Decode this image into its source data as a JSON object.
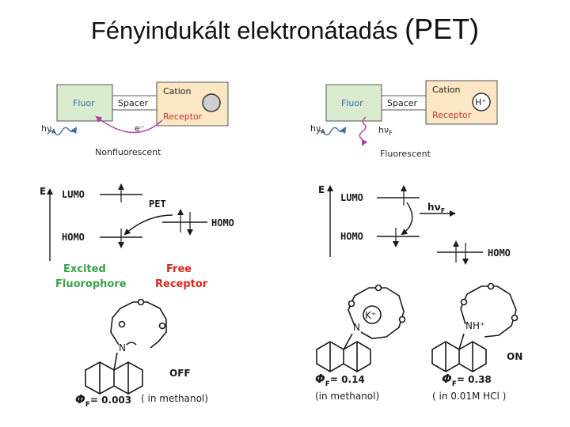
{
  "slide": {
    "title_main": "Fényindukált elektronátadás ",
    "title_abbr": "(PET)"
  },
  "left_panel": {
    "fluor": "Fluor",
    "spacer": "Spacer",
    "cation": "Cation",
    "receptor": "Receptor",
    "hv": "hν",
    "hv_sub": "A",
    "electron": "e⁻",
    "state": "Nonfluorescent",
    "energy_axis": "E",
    "lumo": "LUMO",
    "homo_fluor": "HOMO",
    "homo_receptor": "HOMO",
    "pet": "PET",
    "excited_1": "Excited",
    "excited_2": "Fluorophore",
    "free_1": "Free",
    "free_2": "Receptor",
    "off": "OFF",
    "phi": "Φ",
    "phi_sub": "F",
    "phi_value": "= 0.003",
    "solvent": "( in methanol)"
  },
  "right_panel": {
    "fluor": "Fluor",
    "spacer": "Spacer",
    "cation": "Cation",
    "receptor": "Receptor",
    "cation_symbol": "H⁺",
    "hv_a": "hν",
    "hv_a_sub": "A",
    "hv_f": "hν",
    "hv_f_sub": "F",
    "state": "Fluorescent",
    "energy_axis": "E",
    "lumo": "LUMO",
    "homo_fluor": "HOMO",
    "homo_receptor": "HOMO",
    "emission": "hν",
    "emission_sub": "F",
    "k_label": "K⁺",
    "n_label": "N",
    "nh_label": "NH⁺",
    "on": "ON",
    "phi_1": "Φ",
    "phi_1_sub": "F",
    "phi_1_value": "= 0.14",
    "solvent_1": "(in methanol)",
    "phi_2": "Φ",
    "phi_2_sub": "F",
    "phi_2_value": "= 0.38",
    "solvent_2": "( in 0.01M  HCl )"
  },
  "colors": {
    "fluor_box": "#d9ecd0",
    "receptor_box": "#fbe7c4",
    "spacer_box": "#ffffff",
    "fluor_text": "#3a6ea5",
    "receptor_text": "#c0392b",
    "wave": "#3a6ea5",
    "electron_arrow": "#b03aa8",
    "excited_text": "#37a24a",
    "free_text": "#d6261c"
  }
}
